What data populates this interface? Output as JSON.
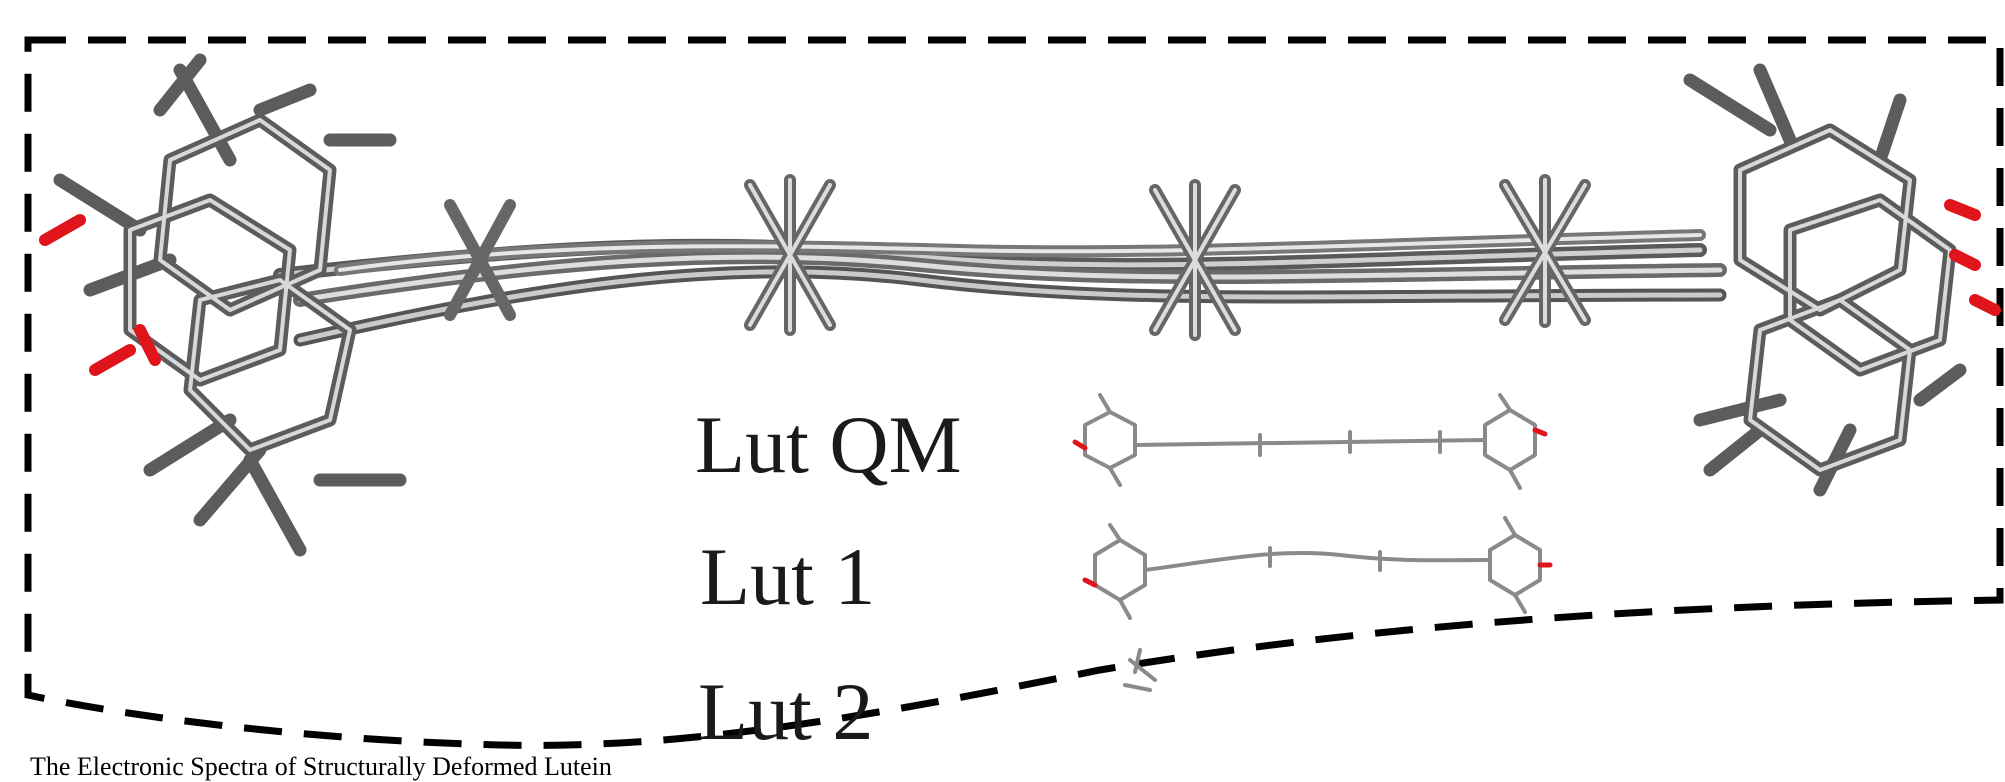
{
  "labels": {
    "lut_qm": "Lut QM",
    "lut_1": "Lut 1",
    "lut_2": "Lut 2"
  },
  "caption": "The Electronic Spectra of Structurally Deformed Lutein",
  "colors": {
    "bond_gray": "#8c8c8c",
    "bond_dark": "#4d4d4d",
    "bond_light": "#d9d9d9",
    "oxygen_red": "#e0151b",
    "frame_dash": "#000000"
  },
  "icons": [
    "molecular-overlay",
    "lutein-qm-structure",
    "lutein-1-structure",
    "lutein-2-structure"
  ]
}
